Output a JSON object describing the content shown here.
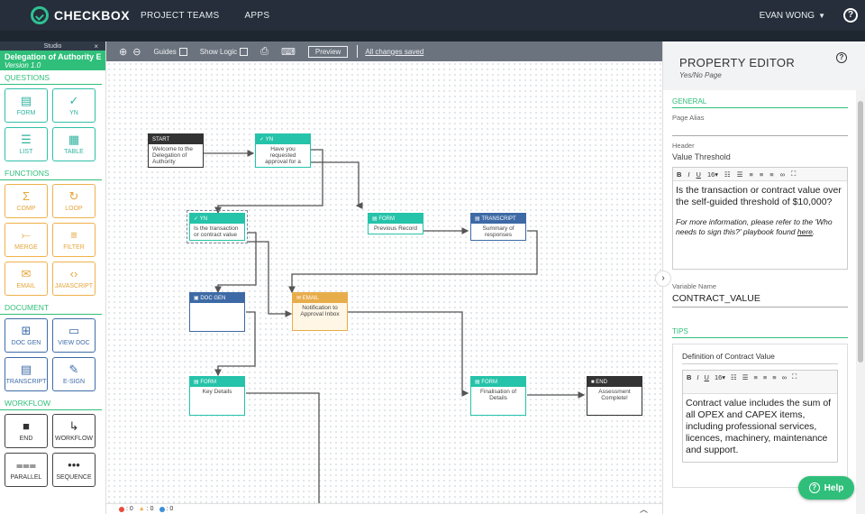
{
  "topbar": {
    "logo": "CHECKBOX",
    "nav": [
      "PROJECT TEAMS",
      "APPS"
    ],
    "user": "EVAN WONG",
    "help_icon": "?"
  },
  "studio": {
    "tab": "Studio",
    "close": "×",
    "doc_title": "Delegation of Authority Ex...",
    "version": "Version 1.0"
  },
  "palette": {
    "questions_label": "QUESTIONS",
    "questions": [
      "FORM",
      "YN",
      "LIST",
      "TABLE"
    ],
    "functions_label": "FUNCTIONS",
    "functions": [
      "COMP",
      "LOOP",
      "MERGE",
      "FILTER",
      "EMAIL",
      "JAVASCRIPT"
    ],
    "document_label": "DOCUMENT",
    "document": [
      "DOC GEN",
      "VIEW DOC",
      "TRANSCRIPT",
      "E-SIGN"
    ],
    "workflow_label": "WORKFLOW",
    "workflow": [
      "END",
      "WORKFLOW",
      "PARALLEL",
      "SEQUENCE"
    ]
  },
  "toolbar": {
    "guides": "Guides",
    "show_logic": "Show Logic",
    "preview": "Preview",
    "saved": "All changes saved"
  },
  "nodes": {
    "start": {
      "type": "START",
      "text": "Welcome to the Delegation of Authority"
    },
    "yn1": {
      "type": "YN",
      "text": "Have you requested approval for a"
    },
    "yn2": {
      "type": "YN",
      "text": "Is the transaction or contract value"
    },
    "form1": {
      "type": "FORM",
      "text": "Previous Record"
    },
    "transcript": {
      "type": "TRANSCRIPT",
      "text": "Summary of responses"
    },
    "docgen": {
      "type": "DOC GEN",
      "text": ""
    },
    "email": {
      "type": "EMAIL",
      "text": "Notification to Approval Inbox"
    },
    "form2": {
      "type": "FORM",
      "text": "Key Details"
    },
    "form3": {
      "type": "FORM",
      "text": "Finalisation of Details"
    },
    "end": {
      "type": "END",
      "text": "Assessment Complete!"
    }
  },
  "status": {
    "errors": "0",
    "warnings": "0",
    "info": "0",
    "colors": {
      "error": "#e74c3c",
      "warning": "#f0ad4e",
      "info": "#3a8fd9"
    }
  },
  "property_editor": {
    "title": "PROPERTY EDITOR",
    "subtitle": "Yes/No Page",
    "general_label": "GENERAL",
    "page_alias_label": "Page Alias",
    "header_label": "Header",
    "header_value": "Value Threshold",
    "font_size": "16",
    "question_text": "Is the transaction or contract value over the self-guided threshold of $10,000?",
    "note_text": "For more information, please refer to the 'Who needs to sign this?' playbook found ",
    "note_link": "here",
    "note_end": ".",
    "variable_label": "Variable Name",
    "variable_value": "CONTRACT_VALUE",
    "tips_label": "TIPS",
    "tip_title": "Definition of Contract Value",
    "tip_text": "Contract value includes the sum of all OPEX and CAPEX items, including professional services, licences, machinery, maintenance and support."
  },
  "help_button": "Help",
  "accent": "#2fbf7a"
}
